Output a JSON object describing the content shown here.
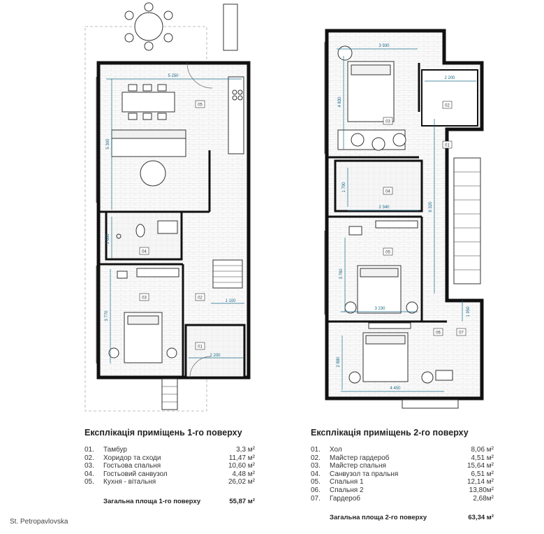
{
  "plan1": {
    "room_tags": [
      "05",
      "04",
      "03",
      "02",
      "01"
    ],
    "dimensions": [
      "5 250",
      "5 300",
      "1 600",
      "3 770",
      "1 100",
      "2 200"
    ]
  },
  "plan2": {
    "room_tags": [
      "03",
      "02",
      "01",
      "04",
      "05",
      "06",
      "07"
    ],
    "dimensions": [
      "3 930",
      "4 830",
      "2 200",
      "1 790",
      "2 340",
      "6 320",
      "3 760",
      "3 230",
      "2 880",
      "4 450",
      "1 950"
    ]
  },
  "legend1": {
    "title": "Експлікація приміщень 1-го поверху",
    "rows": [
      {
        "num": "01.",
        "name": "Тамбур",
        "area": "3,3 м²"
      },
      {
        "num": "02.",
        "name": "Хоридор та сходи",
        "area": "11,47 м²"
      },
      {
        "num": "03.",
        "name": "Гостьова спальня",
        "area": "10,60 м²"
      },
      {
        "num": "04.",
        "name": "Гостьовий санвузол",
        "area": "4,48 м²"
      },
      {
        "num": "05.",
        "name": "Кухня - вітальня",
        "area": "26,02 м²"
      }
    ],
    "total_label": "Загальна площа 1-го поверху",
    "total_value": "55,87 м²"
  },
  "legend2": {
    "title": "Експлікація приміщень 2-го поверху",
    "rows": [
      {
        "num": "01.",
        "name": "Хол",
        "area": "8,06 м²"
      },
      {
        "num": "02.",
        "name": "Майстер гардероб",
        "area": "4,51 м²"
      },
      {
        "num": "03.",
        "name": "Майстер спальня",
        "area": "15,64 м²"
      },
      {
        "num": "04.",
        "name": "Санвузол та пральня",
        "area": "6,51 м²"
      },
      {
        "num": "05.",
        "name": "Спальня 1",
        "area": "12,14 м²"
      },
      {
        "num": "06.",
        "name": "Спальня 2",
        "area": "13,80м²"
      },
      {
        "num": "07.",
        "name": "Гардероб",
        "area": "2,68м²"
      }
    ],
    "total_label": "Загальна площа 2-го поверху",
    "total_value": "63,34 м²"
  },
  "footer": "St. Petropavlovska"
}
